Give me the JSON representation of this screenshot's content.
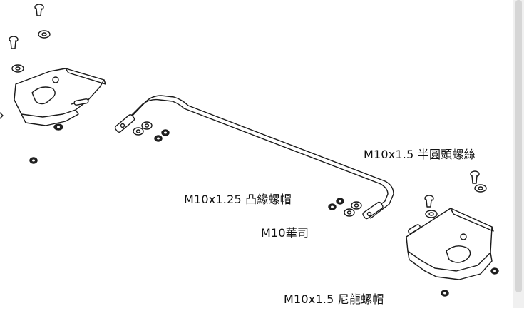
{
  "labels": {
    "round_head_bolt": "M10x1.5 半圓頭螺絲",
    "flange_nut": "M10x1.25 凸緣螺帽",
    "washer": "M10華司",
    "nylon_nut": "M10x1.5 尼龍螺帽"
  },
  "colors": {
    "line": "#1a1a1a",
    "part_fill": "#ffffff",
    "scrollbar_track": "#f0f0f0",
    "scrollbar_thumb": "#d6d6d6"
  }
}
